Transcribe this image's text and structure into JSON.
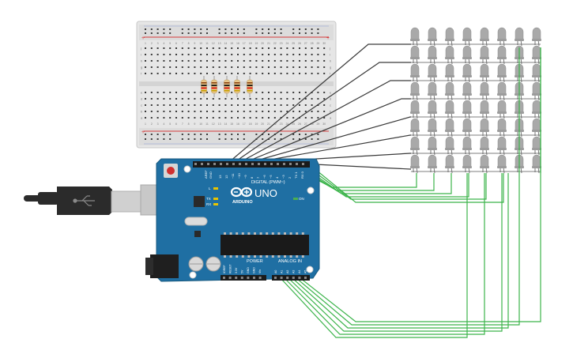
{
  "workspace": {
    "background": "#ffffff"
  },
  "breadboard": {
    "column_numbers": [
      "1",
      "2",
      "3",
      "4",
      "5",
      "6",
      "7",
      "8",
      "9",
      "10",
      "11",
      "12",
      "13",
      "14",
      "15",
      "16",
      "17",
      "18",
      "19",
      "20",
      "21",
      "22",
      "23",
      "24",
      "25",
      "26",
      "27",
      "28",
      "29",
      "30"
    ],
    "row_letters_top": [
      "a",
      "b",
      "c",
      "d",
      "e"
    ],
    "row_letters_bottom": [
      "f",
      "g",
      "h",
      "i",
      "j"
    ],
    "rail_plus": "+",
    "rail_minus": "−",
    "color_board": "#e6e6e6",
    "color_hole": "#3a3a3a",
    "color_rail_red": "#d63a3a",
    "color_rail_blue": "#3a5ad6"
  },
  "resistors": {
    "count": 5,
    "body_color": "#e8c68a",
    "bands": [
      "#8b4513",
      "#000000",
      "#d60000",
      "#c8a000"
    ]
  },
  "arduino": {
    "logo_text": "ARDUINO",
    "model_text": "UNO",
    "digital_label": "DIGITAL (PWM~)",
    "power_label": "POWER",
    "analog_label": "ANALOG IN",
    "on_label": "ON",
    "tx_label": "TX",
    "rx_label": "RX",
    "l_label": "L",
    "aref_label": "AREF",
    "gnd_label": "GND",
    "digital_pins": [
      "13",
      "12",
      "~11",
      "~10",
      "~9",
      "8",
      "7",
      "~6",
      "~5",
      "4",
      "~3",
      "2",
      "TX 1",
      "RX 0"
    ],
    "power_pins": [
      "IOREF",
      "RESET",
      "3.3V",
      "5V",
      "GND",
      "GND",
      "Vin"
    ],
    "analog_pins": [
      "A0",
      "A1",
      "A2",
      "A3",
      "A4",
      "A5"
    ],
    "color_board": "#1f6fa3",
    "color_text": "#ffffff"
  },
  "usb_cable": {
    "color_plug": "#2b2b2b",
    "color_metal": "#d0d0d0"
  },
  "led_matrix": {
    "rows": 8,
    "cols": 8,
    "led_color": "#a9a9a9"
  },
  "wires": {
    "dark_color": "#3a3a3a",
    "green_color": "#3cb44b"
  }
}
